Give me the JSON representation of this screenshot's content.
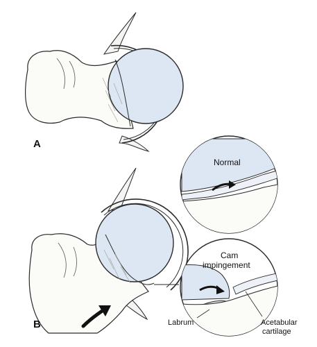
{
  "labels": {
    "panel_a": "A",
    "panel_b": "B",
    "normal": "Normal",
    "cam_line1": "Cam",
    "cam_line2": "impingement",
    "labrum": "Labrum",
    "acetabular_line1": "Acetabular",
    "acetabular_line2": "cartilage"
  },
  "colors": {
    "bone_fill": "#fbfbf8",
    "cartilage_fill": "#dde7f3",
    "labrum_fill": "#d9d9e4",
    "outline": "#2a2a2a",
    "arrow": "#111111"
  }
}
